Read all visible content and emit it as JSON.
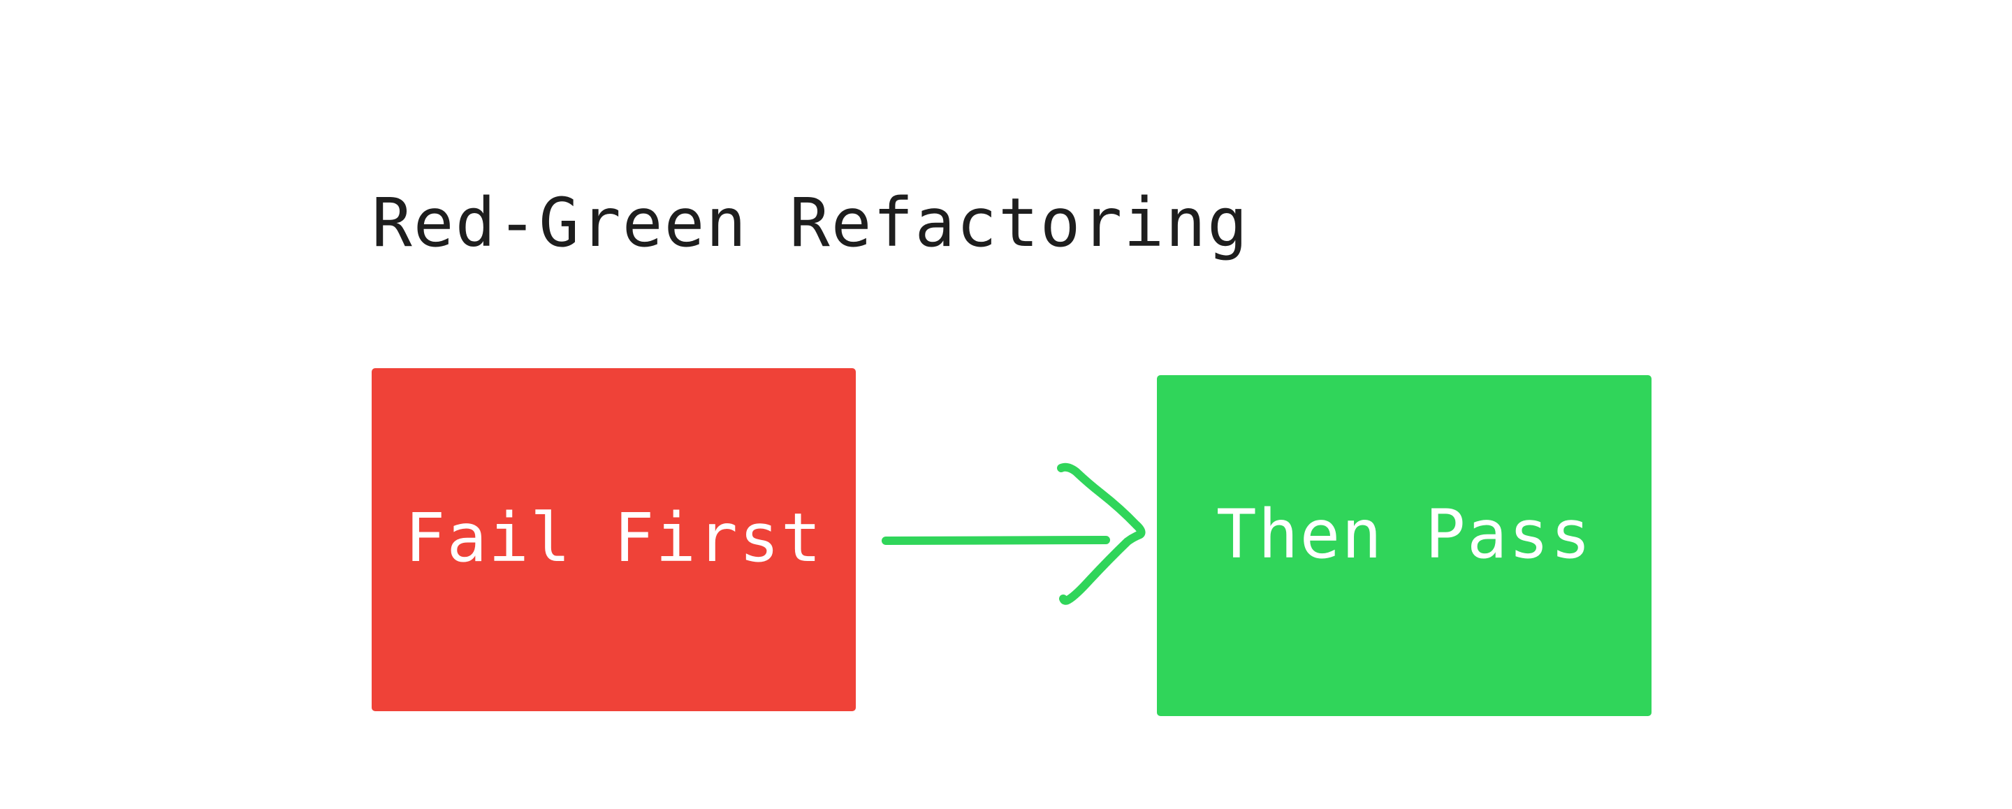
{
  "title": "Red-Green Refactoring",
  "nodes": [
    {
      "id": "fail",
      "label": "Fail First",
      "color": "#ef4238"
    },
    {
      "id": "pass",
      "label": "Then Pass",
      "color": "#30d55a"
    }
  ],
  "edges": [
    {
      "from": "fail",
      "to": "pass",
      "color": "#30d55a",
      "style": "hand-drawn"
    }
  ],
  "colors": {
    "background": "#ffffff",
    "text": "#1e1e1e",
    "box_text": "#ffffff"
  }
}
